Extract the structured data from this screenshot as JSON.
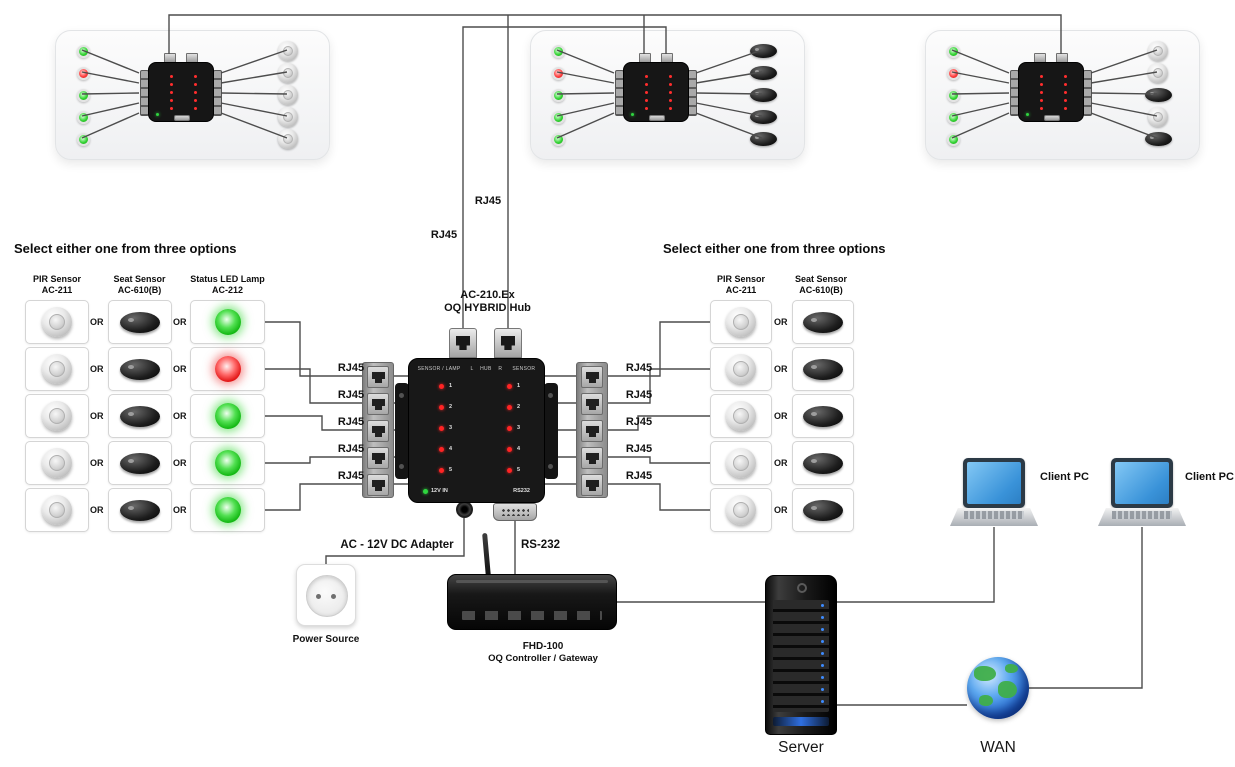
{
  "top_links": {
    "rj45_a": "RJ45",
    "rj45_b": "RJ45"
  },
  "top_panels": [
    {
      "leds": [
        "green",
        "red",
        "green",
        "green",
        "green"
      ],
      "sensors": [
        "pir",
        "pir",
        "pir",
        "pir",
        "pir"
      ]
    },
    {
      "leds": [
        "green",
        "red",
        "green",
        "green",
        "green"
      ],
      "sensors": [
        "seat",
        "seat",
        "seat",
        "seat",
        "seat"
      ]
    },
    {
      "leds": [
        "green",
        "red",
        "green",
        "green",
        "green"
      ],
      "sensors": [
        "pir",
        "pir",
        "seat",
        "pir",
        "seat"
      ]
    }
  ],
  "hub": {
    "model": "AC-210.Ex",
    "name": "OQ HYBRID Hub",
    "panel_top": "SENSOR / LAMP      L    HUB    R      SENSOR",
    "ports": [
      "1",
      "2",
      "3",
      "4",
      "5"
    ],
    "power_label": "12V IN",
    "serial_label": "RS232"
  },
  "left_options": {
    "title": "Select either one from three options",
    "columns": [
      {
        "name": "PIR Sensor",
        "model": "AC-211"
      },
      {
        "name": "Seat Sensor",
        "model": "AC-610(B)"
      },
      {
        "name": "Status LED Lamp",
        "model": "AC-212"
      }
    ],
    "or": "OR",
    "lamps": [
      "green",
      "red",
      "green",
      "green",
      "green"
    ],
    "rj45": [
      "RJ45",
      "RJ45",
      "RJ45",
      "RJ45",
      "RJ45"
    ]
  },
  "right_options": {
    "title": "Select either one from three options",
    "columns": [
      {
        "name": "PIR Sensor",
        "model": "AC-211"
      },
      {
        "name": "Seat Sensor",
        "model": "AC-610(B)"
      }
    ],
    "or": "OR",
    "rj45": [
      "RJ45",
      "RJ45",
      "RJ45",
      "RJ45",
      "RJ45"
    ]
  },
  "bottom": {
    "adapter": "AC - 12V DC Adapter",
    "rs232": "RS-232",
    "power_source": "Power Source",
    "controller_model": "FHD-100",
    "controller_name": "OQ Controller / Gateway",
    "server": "Server",
    "wan": "WAN",
    "client_pc": "Client PC"
  }
}
